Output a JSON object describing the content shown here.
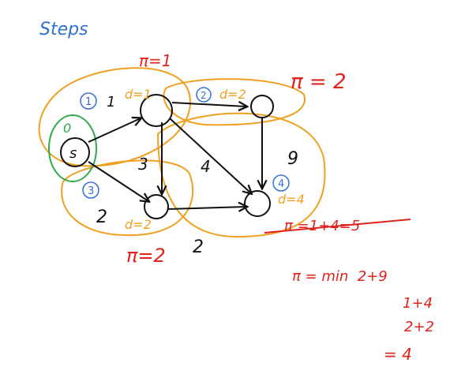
{
  "title": "Steps",
  "source": {
    "label": "s",
    "dist": "0",
    "order": ""
  },
  "nodes": {
    "a": {
      "order": "1",
      "dist_label": "d=1"
    },
    "b": {
      "order": "3",
      "dist_label": "d=2"
    },
    "c": {
      "order": "2",
      "dist_label": "d=2"
    },
    "t": {
      "order": "4",
      "dist_label": "d=4"
    }
  },
  "edge_weights": {
    "s_a": "1",
    "s_b": "2",
    "a_b": "3",
    "a_t": "4",
    "c_t": "9",
    "b_t": "2"
  },
  "pi_labels": {
    "top": "π=1",
    "right": "π = 2",
    "bottom": "π=2",
    "crossed": "π =1+4=5"
  },
  "calc": {
    "line1": "π = min  2+9",
    "line2": "1+4",
    "line3": "2+2",
    "line4": "= 4"
  },
  "colors": {
    "ink": "#111111",
    "blue": "#2f6fd6",
    "red": "#e0231c",
    "orange": "#f0a020",
    "green": "#2ea84a"
  }
}
